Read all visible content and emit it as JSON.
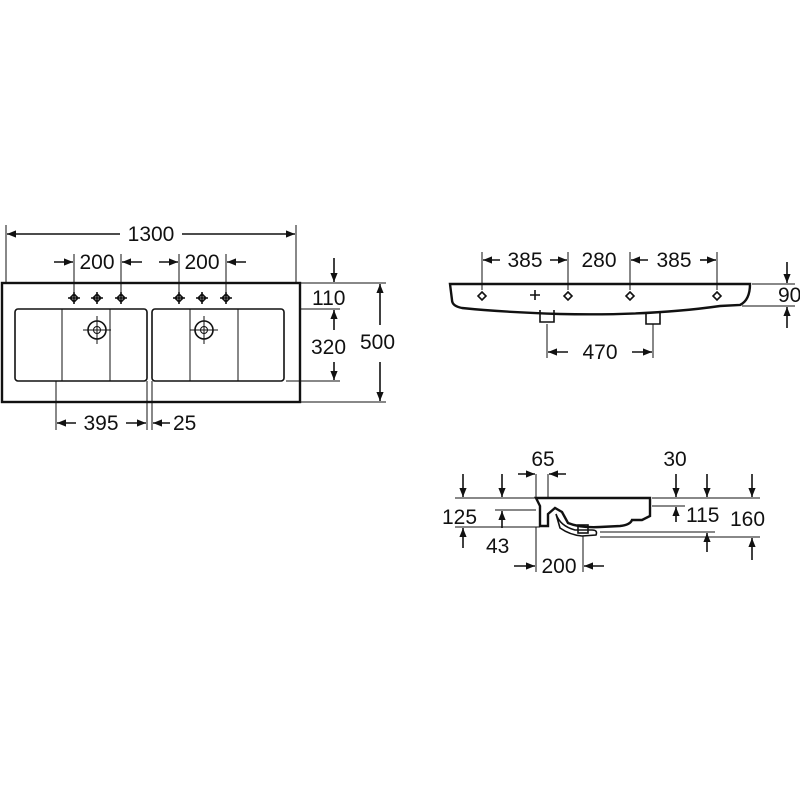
{
  "colors": {
    "line": "#111111",
    "background": "#ffffff"
  },
  "top_view": {
    "overall_width": "1300",
    "tap_spacing_left": "200",
    "tap_spacing_right": "200",
    "tap_offset": "110",
    "bowl_depth": "320",
    "overall_depth": "500",
    "bowl_width": "395",
    "bowl_gap": "25"
  },
  "front_view": {
    "left_segment": "385",
    "middle_segment": "280",
    "right_segment": "385",
    "height": "90",
    "waste_spacing": "470"
  },
  "section_view": {
    "top_offset": "65",
    "rim_thickness": "30",
    "left_height": "125",
    "overflow_height": "43",
    "inner_depth": "115",
    "total_height": "160",
    "waste_offset": "200"
  }
}
